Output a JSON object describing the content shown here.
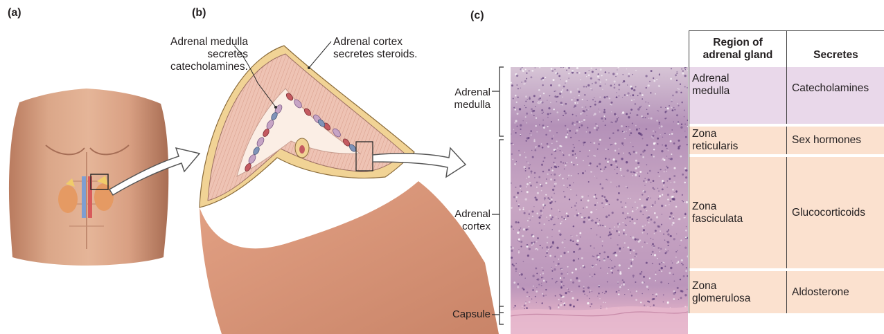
{
  "panels": {
    "a": {
      "letter": "(a)"
    },
    "b": {
      "letter": "(b)",
      "medulla_callout": [
        "Adrenal medulla",
        "secretes",
        "catecholamines."
      ],
      "cortex_callout": [
        "Adrenal cortex",
        "secretes steroids."
      ]
    },
    "c": {
      "letter": "(c)",
      "side_labels": {
        "medulla": [
          "Adrenal",
          "medulla"
        ],
        "cortex": [
          "Adrenal",
          "cortex"
        ],
        "capsule": "Capsule"
      }
    }
  },
  "table": {
    "headers": {
      "region": [
        "Region of",
        "adrenal gland"
      ],
      "secretes": "Secretes"
    },
    "rows": [
      {
        "region": [
          "Adrenal",
          "medulla"
        ],
        "secretes": "Catecholamines",
        "color": "#e9d8ea"
      },
      {
        "region": [
          "Zona",
          "reticularis"
        ],
        "secretes": "Sex hormones",
        "color": "#fbe1cf"
      },
      {
        "region": [
          "Zona",
          "fasciculata"
        ],
        "secretes": "Glucocorticoids",
        "color": "#fbe1cf"
      },
      {
        "region": [
          "Zona",
          "glomerulosa"
        ],
        "secretes": "Aldosterone",
        "color": "#fbe1cf"
      }
    ]
  },
  "colors": {
    "skin": "#d9a384",
    "skin_shadow": "#b87a5e",
    "cortex_pink": "#ecbcae",
    "capsule_fat": "#f0d28a",
    "tissue_purple": "#c7a3c6",
    "arrow_outline": "#555555"
  }
}
